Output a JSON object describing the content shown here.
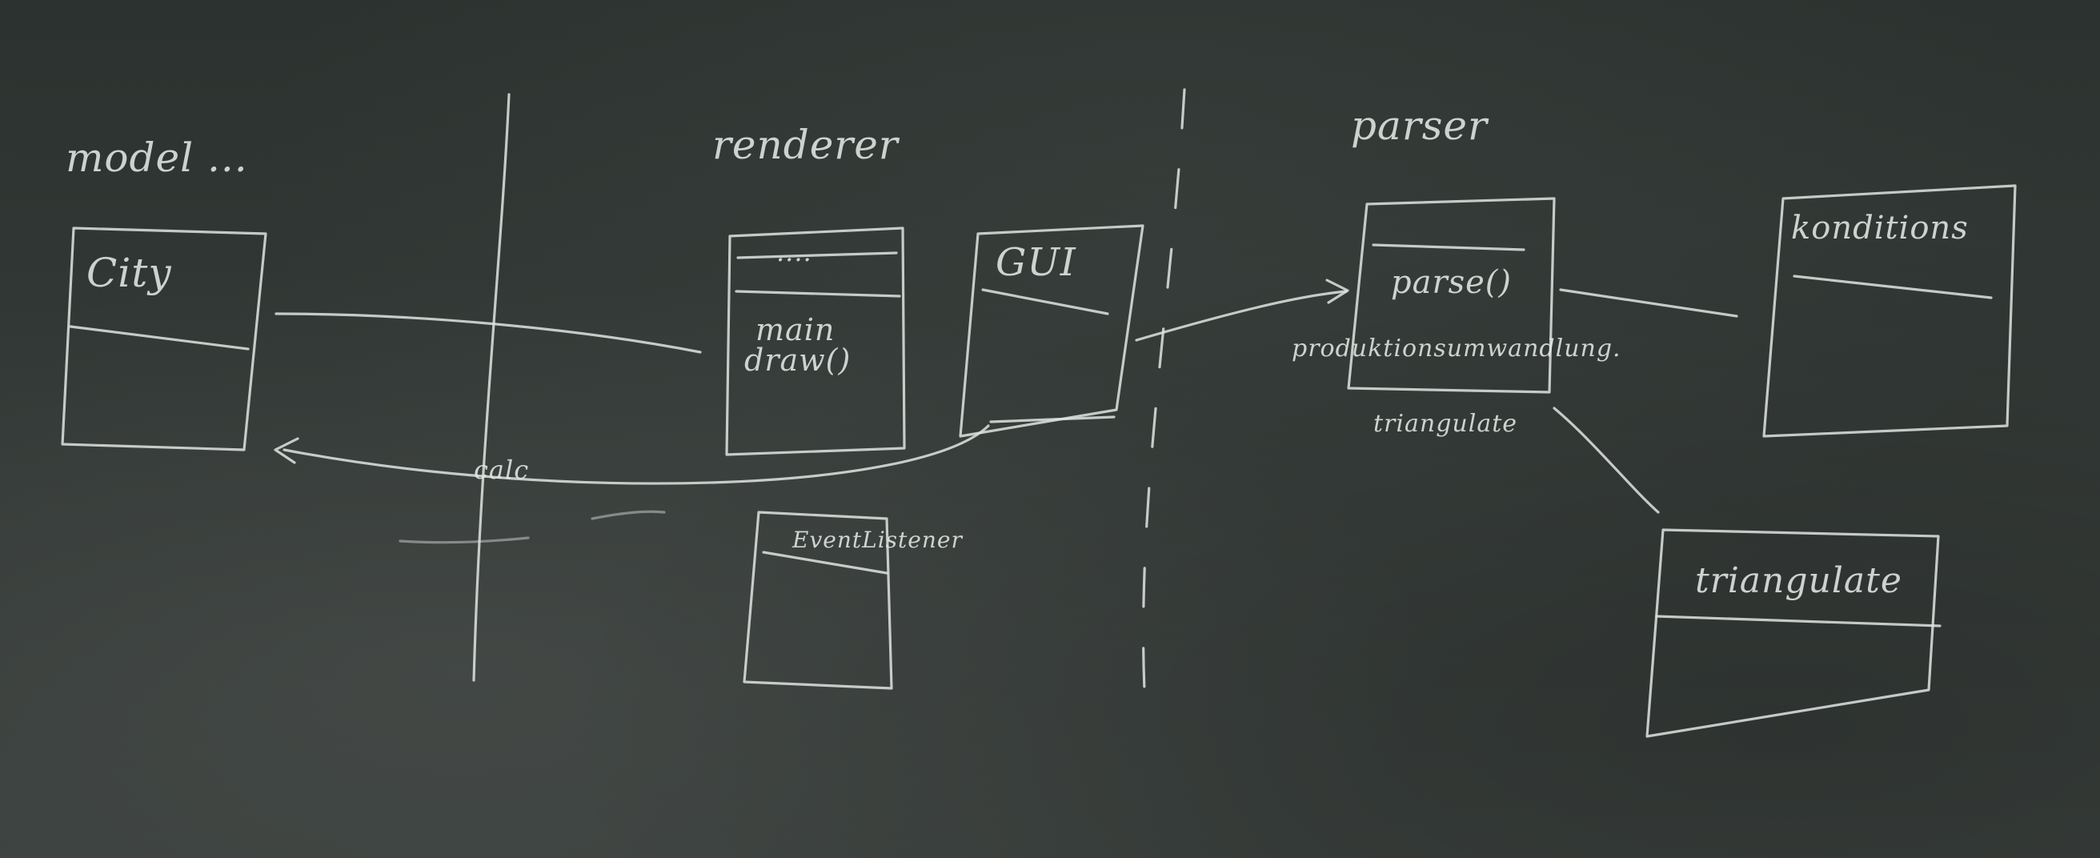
{
  "labels": {
    "model": "model ...",
    "renderer": "renderer",
    "parser": "parser",
    "city": "City",
    "main": "main",
    "draw": "draw()",
    "dots": "....",
    "gui": "GUI",
    "parse": "parse()",
    "parse_note": "produktionsumwandlung.",
    "triangulate_note": "triangulate",
    "conditions": "konditions",
    "event_listener": "EventListener",
    "triangulate_box": "triangulate",
    "calc": "calc"
  },
  "colors": {
    "board": "#2f3532",
    "chalk": "#dfe3e0"
  }
}
